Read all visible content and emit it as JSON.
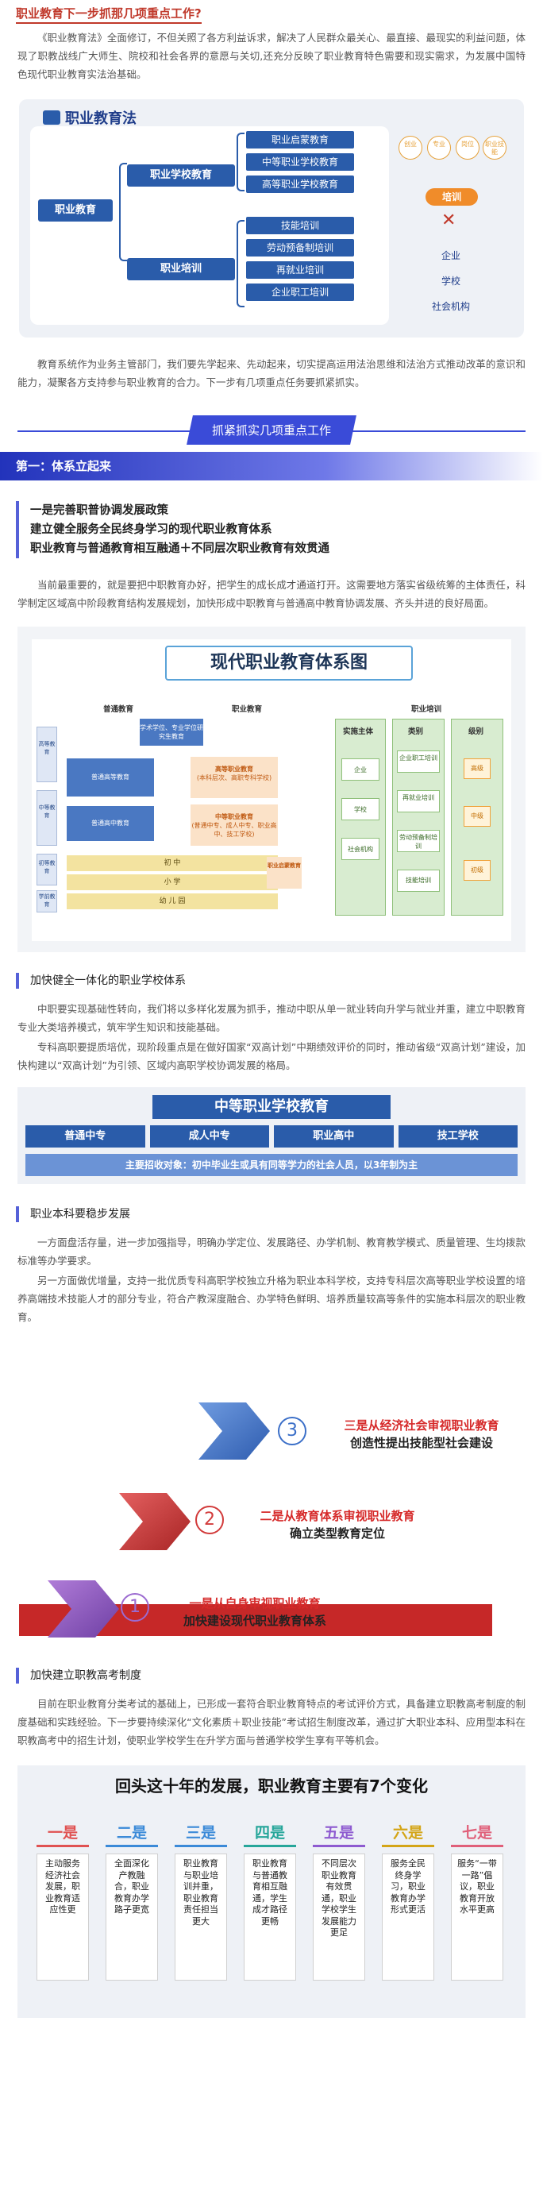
{
  "top_title": "职业教育下一步抓那几项重点工作?",
  "intro": "《职业教育法》全面修订，不但关照了各方利益诉求，解决了人民群众最关心、最直接、最现实的利益问题，体现了职教战线广大师生、院校和社会各界的意愿与关切,还充分反映了职业教育特色需要和现实需求，为发展中国特色现代职业教育实法治基础。",
  "law": {
    "title": "职业教育法",
    "root": "职业教育",
    "branch1": "职业学校教育",
    "branch1_items": [
      "职业启蒙教育",
      "中等职业学校教育",
      "高等职业学校教育"
    ],
    "branch2": "职业培训",
    "branch2_items": [
      "技能培训",
      "劳动预备制培训",
      "再就业培训",
      "企业职工培训"
    ],
    "bubbles": [
      "创业",
      "专业",
      "岗位",
      "职业技能"
    ],
    "peixun": "培训",
    "xicon": "✕",
    "orgs": [
      "企业",
      "学校",
      "社会机构"
    ]
  },
  "para2": "教育系统作为业务主管部门，我们要先学起来、先动起来，切实提高运用法治思维和法治方式推动改革的意识和能力，凝聚各方支持参与职业教育的合力。下一步有几项重点任务要抓紧抓实。",
  "banner": "抓紧抓实几项重点工作",
  "section1": "第一：体系立起来",
  "policy": [
    "一是完善职普协调发展政策",
    "建立健全服务全民终身学习的现代职业教育体系",
    "职业教育与普通教育相互融通＋不同层次职业教育有效贯通"
  ],
  "para3": "当前最重要的，就是要把中职教育办好，把学生的成长成才通道打开。这需要地方落实省级统筹的主体责任，科学制定区域高中阶段教育结构发展规划，加快形成中职教育与普通高中教育协调发展、齐头并进的良好局面。",
  "system": {
    "title": "现代职业教育体系图",
    "col_general": "普通教育",
    "col_vocational": "职业教育",
    "col_work": "职业培训",
    "academic": "学术学位、专业学位研究生教育",
    "higher_general": "普通高等教育",
    "high_school": "普通高中教育",
    "higher_voc": "高等职业教育",
    "higher_voc_sub": "(本科层次、高职专科学校)",
    "mid_voc": "中等职业教育",
    "mid_voc_sub": "(普通中专、成人中专、职业高中、技工学校)",
    "junior": "初  中",
    "primary": "小  学",
    "kinder": "幼 儿 园",
    "voc_enlight": "职业启蒙教育",
    "ages": [
      "高等教育",
      "中等教育",
      "初等教育",
      "学前教育"
    ],
    "impl": "实施主体",
    "impl_items": [
      "企业",
      "学校",
      "社会机构"
    ],
    "types": "类别",
    "type_items": [
      "企业职工培训",
      "再就业培训",
      "劳动预备制培训",
      "技能培训"
    ],
    "grade": "级别",
    "grade_items": [
      "高级",
      "中级",
      "初级"
    ]
  },
  "sub2": "加快健全一体化的职业学校体系",
  "para4a": "中职要实现基础性转向，我们将以多样化发展为抓手，推动中职从单一就业转向升学与就业并重，建立中职教育专业大类培养模式，筑牢学生知识和技能基础。",
  "para4b": "专科高职要提质培优，现阶段重点是在做好国家“双高计划”中期绩效评价的同时，推动省级“双高计划”建设，加快构建以“双高计划”为引领、区域内高职学校协调发展的格局。",
  "schools": {
    "title": "中等职业学校教育",
    "items": [
      "普通中专",
      "成人中专",
      "职业高中",
      "技工学校"
    ],
    "note": "主要招收对象：初中毕业生或具有同等学力的社会人员，以3年制为主"
  },
  "sub3": "职业本科要稳步发展",
  "para5a": "一方面盘活存量，进一步加强指导，明确办学定位、发展路径、办学机制、教育教学模式、质量管理、生均拨款标准等办学要求。",
  "para5b": "另一方面做优增量，支持一批优质专科高职学校独立升格为职业本科学校，支持专科层次高等职业学校设置的培养高端技术技能人才的部分专业，符合产教深度融合、办学特色鲜明、培养质量较高等条件的实施本科层次的职业教育。",
  "steps": [
    {
      "num": "1",
      "line1": "一是从自身审视职业教育",
      "line2": "加快建设现代职业教育体系"
    },
    {
      "num": "2",
      "line1": "二是从教育体系审视职业教育",
      "line2": "确立类型教育定位"
    },
    {
      "num": "3",
      "line1": "三是从经济社会审视职业教育",
      "line2": "创造性提出技能型社会建设"
    }
  ],
  "sub4": "加快建立职教高考制度",
  "para6": "目前在职业教育分类考试的基础上，已形成一套符合职业教育特点的考试评价方式，具备建立职教高考制度的制度基础和实践经验。下一步要持续深化“文化素质＋职业技能”考试招生制度改革，通过扩大职业本科、应用型本科在职教高考中的招生计划，使职业学校学生在升学方面与普通学校学生享有平等机会。",
  "changes": {
    "title": "回头这十年的发展，职业教育主要有7个变化",
    "items": [
      {
        "num": "一是",
        "text": "主动服务经济社会发展，职业教育适应性更",
        "color": "#e05252"
      },
      {
        "num": "二是",
        "text": "全面深化产教融合，职业教育办学路子更宽",
        "color": "#3b8ad8"
      },
      {
        "num": "三是",
        "text": "职业教育与职业培训并重，职业教育责任担当更大",
        "color": "#3b8ad8"
      },
      {
        "num": "四是",
        "text": "职业教育与普通教育相互融通，学生成才路径更畅",
        "color": "#26a69a"
      },
      {
        "num": "五是",
        "text": "不同层次职业教育有效贯通，职业学校学生发展能力更足",
        "color": "#8e5bd0"
      },
      {
        "num": "六是",
        "text": "服务全民终身学习，职业教育办学形式更活",
        "color": "#d4a517"
      },
      {
        "num": "七是",
        "text": "服务“一带一路”倡议，职业教育开放水平更高",
        "color": "#e0607a"
      }
    ]
  }
}
